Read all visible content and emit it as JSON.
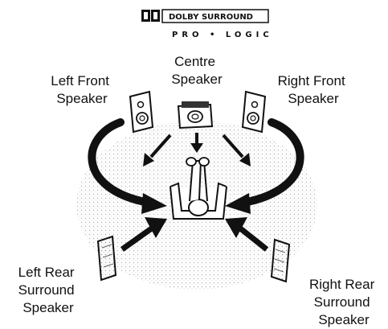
{
  "logo": {
    "brand": "DOLBY SURROUND",
    "sub": "PRO • LOGIC"
  },
  "speakers": {
    "centre": [
      "Centre",
      "Speaker"
    ],
    "left_front": [
      "Left Front",
      "Speaker"
    ],
    "right_front": [
      "Right Front",
      "Speaker"
    ],
    "left_rear": [
      "Left Rear",
      "Surround",
      "Speaker"
    ],
    "right_rear": [
      "Right Rear",
      "Surround",
      "Speaker"
    ]
  },
  "colors": {
    "ink": "#111111",
    "shade": "#cfcfcf"
  }
}
